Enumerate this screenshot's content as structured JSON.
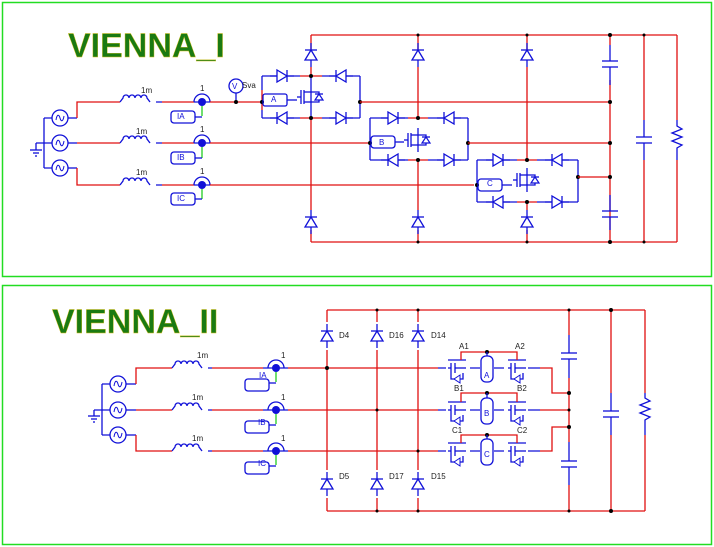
{
  "panels": [
    {
      "id": "vienna1",
      "title": "VIENNA_I",
      "inductor_labels": [
        "1m",
        "1m",
        "1m"
      ],
      "ct_labels": [
        "1",
        "1",
        "1"
      ],
      "ammeters": [
        "IA",
        "IB",
        "IC"
      ],
      "voltmeter": {
        "label": "V",
        "name": "Sva"
      },
      "gate_drivers": [
        "A",
        "B",
        "C"
      ]
    },
    {
      "id": "vienna2",
      "title": "VIENNA_II",
      "inductor_labels": [
        "1m",
        "1m",
        "1m"
      ],
      "ct_labels": [
        "1",
        "1",
        "1"
      ],
      "ammeters": [
        "IA",
        "IB",
        "IC"
      ],
      "diodes_top": [
        "D4",
        "D16",
        "D14"
      ],
      "diodes_bottom": [
        "D5",
        "D17",
        "D15"
      ],
      "switch_labels_left": [
        "A1",
        "B1",
        "C1"
      ],
      "switch_labels_right": [
        "A2",
        "B2",
        "C2"
      ],
      "gate_drivers": [
        "A",
        "B",
        "C"
      ]
    }
  ]
}
